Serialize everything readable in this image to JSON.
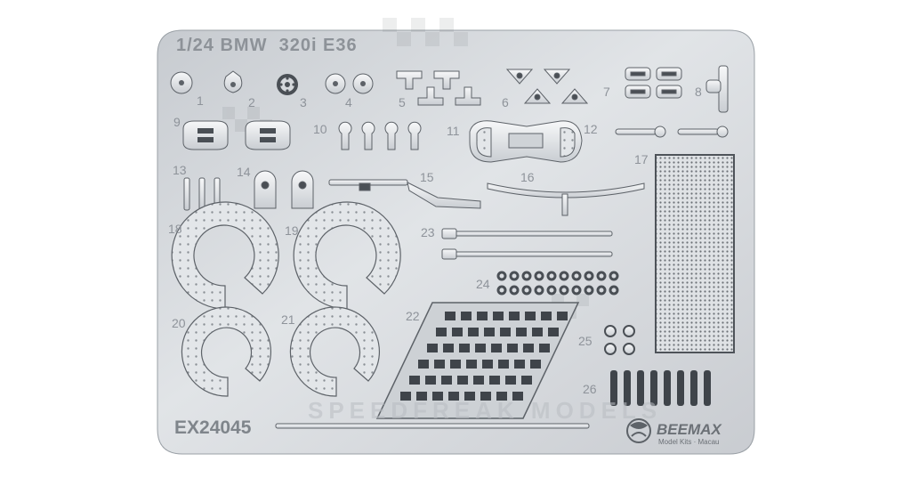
{
  "product": {
    "title": "1/24 BMW  320i E36",
    "code": "EX24045",
    "brand_name": "BEEMAX",
    "brand_tagline": "Model Kits · Macau",
    "watermark": "SPEEDFREAK MODELS"
  },
  "part_numbers": [
    "1",
    "2",
    "3",
    "4",
    "5",
    "6",
    "7",
    "8",
    "9",
    "10",
    "11",
    "12",
    "13",
    "14",
    "15",
    "16",
    "17",
    "18",
    "19",
    "20",
    "21",
    "22",
    "23",
    "24",
    "25",
    "26"
  ],
  "colors": {
    "background": "#ffffff",
    "plate": "#d8dbdf",
    "part": "#eef0f2",
    "part_edge": "#5d6268",
    "text": "#8a8f96"
  },
  "icons": [
    "beemax-logo-icon"
  ]
}
